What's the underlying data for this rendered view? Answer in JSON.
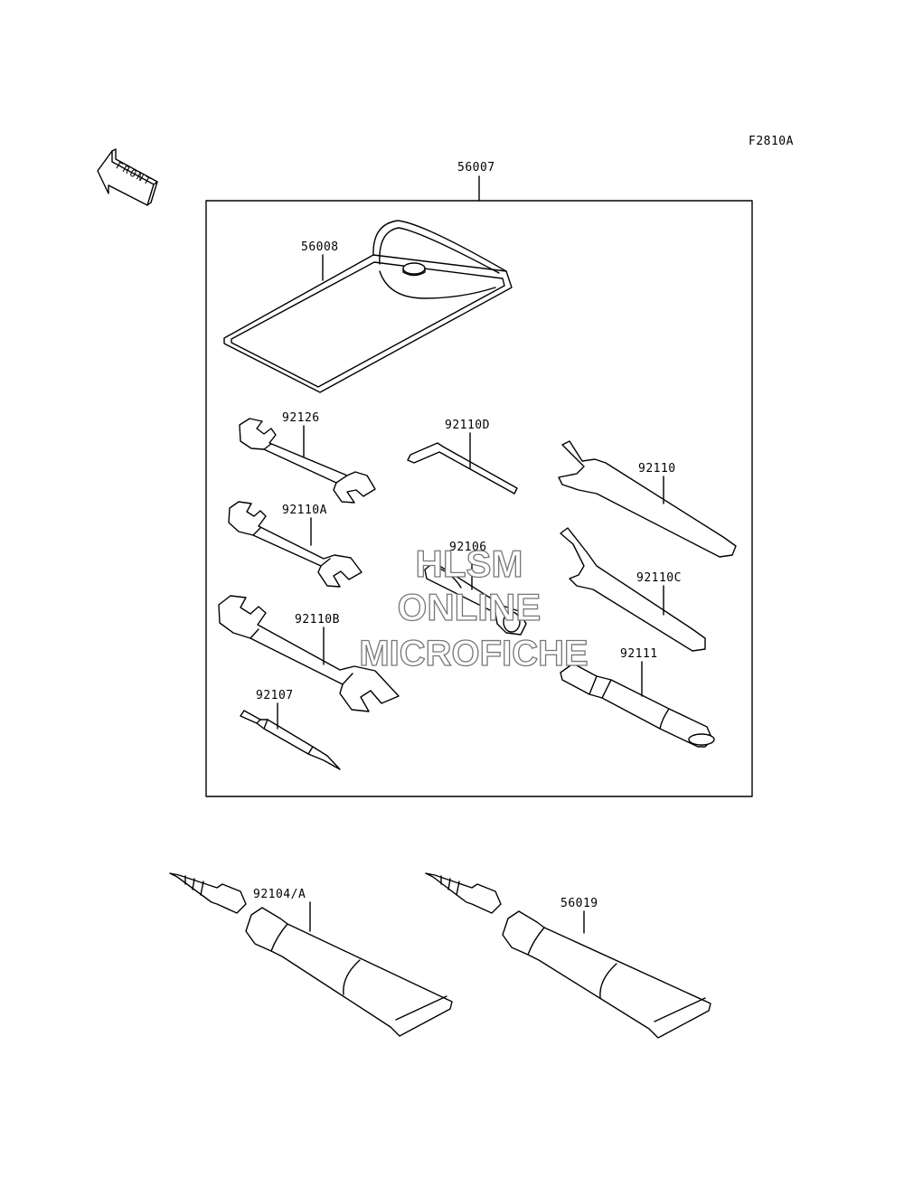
{
  "figure_code": "F2810A",
  "front_arrow": "FRONT",
  "kit_label": "56007",
  "parts": {
    "case": "56008",
    "wrench_a": "92126",
    "wrench_b": "92110A",
    "wrench_c": "92110B",
    "hex_key": "92110D",
    "spanner_a": "92110",
    "spanner_b": "92110C",
    "box_wrench": "92106",
    "screwdriver": "92107",
    "handle": "92111",
    "grease_a": "92104/A",
    "grease_b": "56019"
  },
  "watermark": {
    "line1": "HLSM",
    "line2": "ONLINE",
    "line3": "MICROFICHE"
  }
}
